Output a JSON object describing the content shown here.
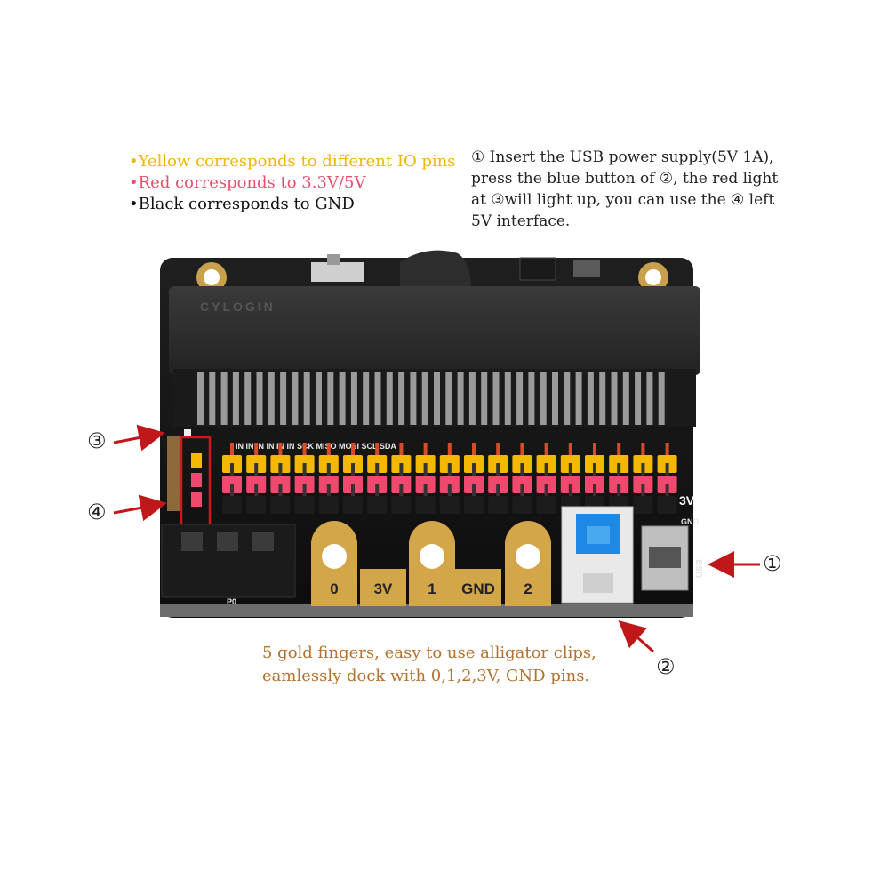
{
  "legend": {
    "yellow": "•Yellow corresponds to different IO pins",
    "red": "•Red corresponds to 3.3V/5V",
    "black": "•Black corresponds to GND"
  },
  "instructions": {
    "line1": "① Insert the USB power supply(5V 1A),",
    "line2": "press the blue button of ②, the red light",
    "line3": "at ③will light up, you can use the ④ left",
    "line4": "5V interface."
  },
  "note": {
    "line1": "5 gold fingers, easy to use alligator clips,",
    "line2": "eamlessly dock with 0,1,2,3V, GND pins."
  },
  "callouts": {
    "c1": "①",
    "c2": "②",
    "c3": "③",
    "c4": "④"
  },
  "gold_fingers": [
    "0",
    "3V",
    "1",
    "GND",
    "2"
  ],
  "board_labels": {
    "brand": "CYLOGIN",
    "usb": "USB",
    "gnd": "GND",
    "v3": "3V",
    "p0": "P0",
    "pin_header": "IN  IN  IN  IN      IN  IN        SCK MISO MOSI  SCL SDA"
  },
  "colors": {
    "yellow_pin": "#f5b800",
    "red_pin": "#ef4a6d",
    "black_pin": "#1c1c1c",
    "board": "#151515",
    "gold": "#d4a64a",
    "arrow": "#c0171b",
    "button": "#1e88e5"
  }
}
